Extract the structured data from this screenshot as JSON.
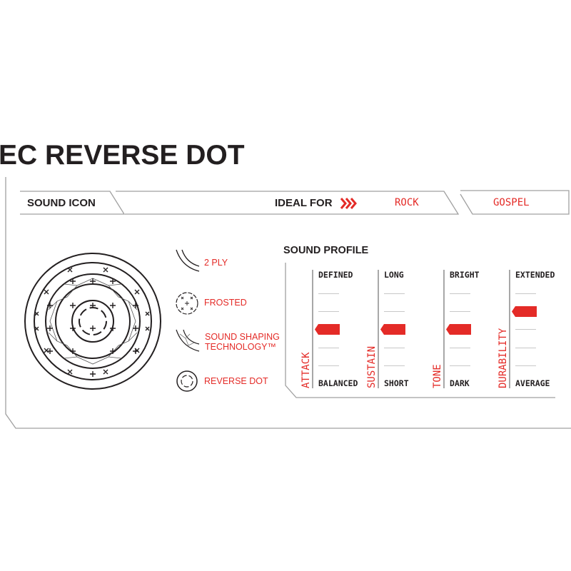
{
  "title": "EC REVERSE DOT",
  "header": {
    "sound_icon": "SOUND ICON",
    "ideal_for": "IDEAL FOR",
    "genres": [
      "ROCK",
      "GOSPEL"
    ]
  },
  "features": [
    {
      "icon": "two-ply-icon",
      "label": "2 PLY"
    },
    {
      "icon": "frosted-icon",
      "label": "FROSTED"
    },
    {
      "icon": "sound-shaping-icon",
      "label": "SOUND SHAPING\nTECHNOLOGY™",
      "line1": "SOUND SHAPING",
      "line2": "TECHNOLOGY™"
    },
    {
      "icon": "reverse-dot-icon",
      "label": "REVERSE DOT"
    }
  ],
  "sound_profile": {
    "title": "SOUND PROFILE",
    "scale_max": 5,
    "sliders": [
      {
        "name": "ATTACK",
        "top": "DEFINED",
        "bottom": "BALANCED",
        "value": 3
      },
      {
        "name": "SUSTAIN",
        "top": "LONG",
        "bottom": "SHORT",
        "value": 3
      },
      {
        "name": "TONE",
        "top": "BRIGHT",
        "bottom": "DARK",
        "value": 3
      },
      {
        "name": "DURABILITY",
        "top": "EXTENDED",
        "bottom": "AVERAGE",
        "value": 4
      }
    ]
  },
  "colors": {
    "accent": "#e42b27",
    "text": "#231f20",
    "line": "#9a9a9a"
  }
}
